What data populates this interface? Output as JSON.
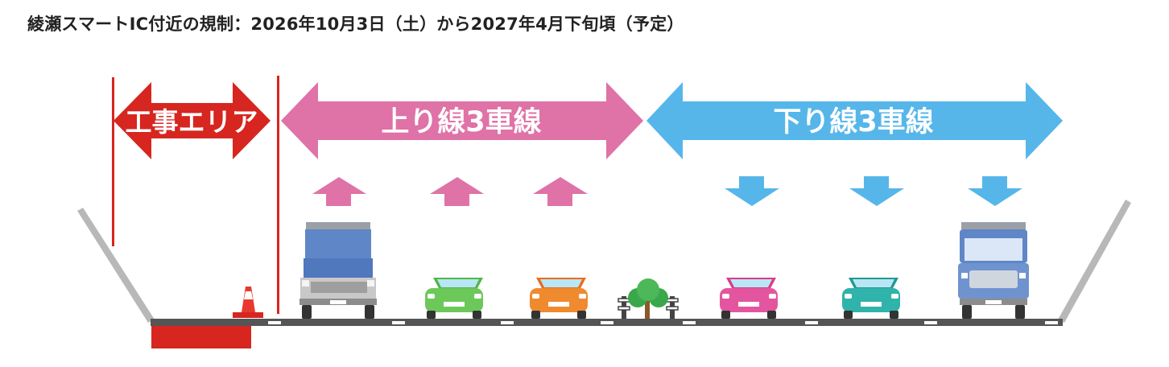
{
  "title": "綾瀬スマートIC付近の規制：2026年10月3日（土）から2027年4月下旬頃（予定）",
  "colors": {
    "construction_red": "#d6261f",
    "up_pink": "#df72a6",
    "down_blue": "#56b6ea",
    "road": "#555555",
    "wall_gray": "#b8b8b8"
  },
  "arrows": {
    "construction": "工事エリア",
    "up_lanes": "上り線3車線",
    "down_lanes": "下り線3車線"
  },
  "vehicles": {
    "up": [
      "truck-icon",
      "green-car-icon",
      "orange-car-icon"
    ],
    "median": "tree-icon",
    "down": [
      "pink-car-icon",
      "teal-car-icon",
      "bus-icon"
    ]
  }
}
